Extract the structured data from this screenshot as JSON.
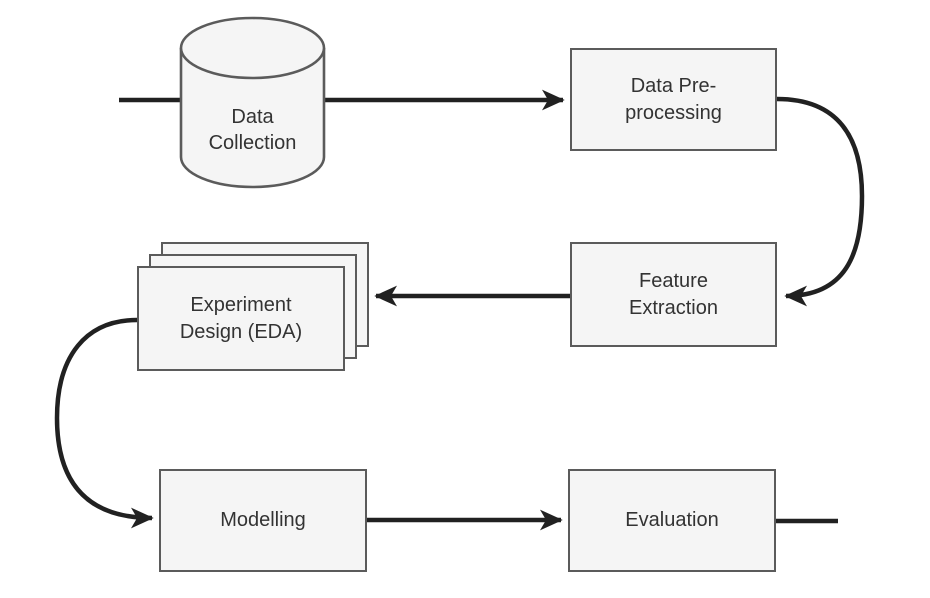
{
  "diagram": {
    "type": "flowchart",
    "background": "#ffffff",
    "nodes": {
      "data_collection": {
        "label": "Data Collection",
        "shape": "cylinder"
      },
      "data_preprocessing": {
        "label": "Data Pre-processing",
        "shape": "rectangle"
      },
      "feature_extraction": {
        "label": "Feature Extraction",
        "shape": "rectangle"
      },
      "experiment_design": {
        "label": "Experiment Design (EDA)",
        "shape": "stacked-documents"
      },
      "modelling": {
        "label": "Modelling",
        "shape": "rectangle"
      },
      "evaluation": {
        "label": "Evaluation",
        "shape": "rectangle"
      }
    },
    "edges": [
      {
        "from": "start",
        "to": "data_collection",
        "style": "plain-line"
      },
      {
        "from": "data_collection",
        "to": "data_preprocessing",
        "style": "straight-arrow"
      },
      {
        "from": "data_preprocessing",
        "to": "feature_extraction",
        "style": "curved-arrow-right"
      },
      {
        "from": "feature_extraction",
        "to": "experiment_design",
        "style": "straight-arrow"
      },
      {
        "from": "experiment_design",
        "to": "modelling",
        "style": "curved-arrow-left"
      },
      {
        "from": "modelling",
        "to": "evaluation",
        "style": "straight-arrow"
      },
      {
        "from": "evaluation",
        "to": "end",
        "style": "plain-line"
      }
    ],
    "colors": {
      "node_fill": "#f5f5f5",
      "node_border": "#5b5b5b",
      "label_text": "#333333",
      "connector": "#212121"
    }
  }
}
